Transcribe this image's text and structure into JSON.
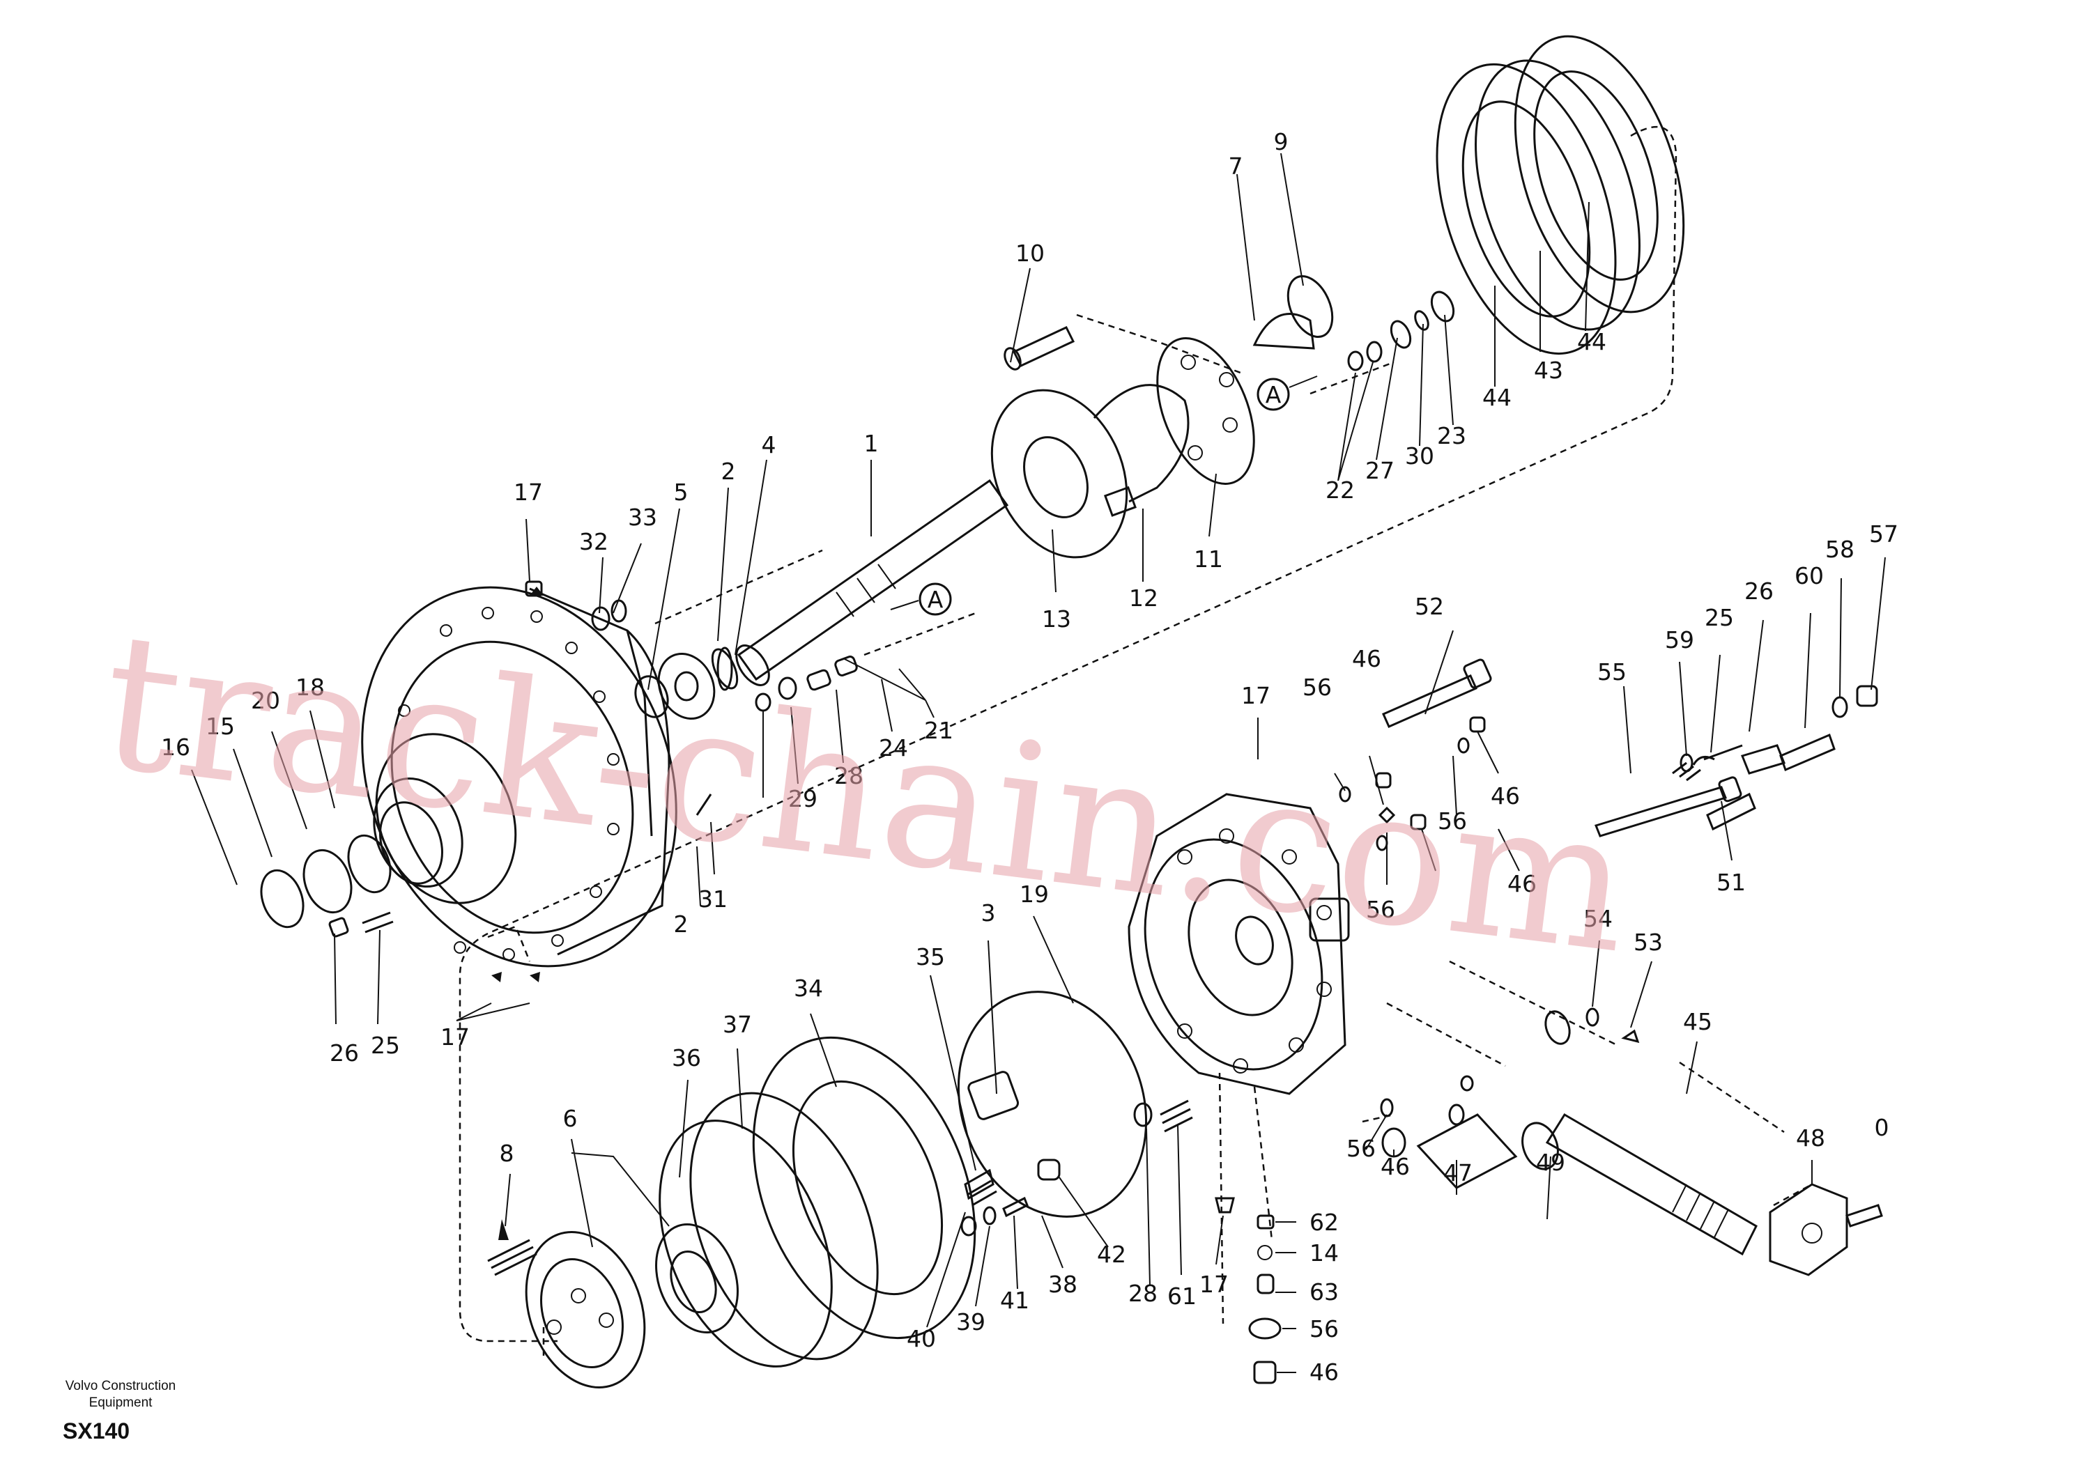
{
  "footer": {
    "company": "Volvo Construction Equipment",
    "model": "SX140"
  },
  "watermark": "track-chain.com",
  "watermark_color": "#e6a0a8",
  "callouts": [
    {
      "label": "1"
    },
    {
      "label": "2"
    },
    {
      "label": "4"
    },
    {
      "label": "5"
    },
    {
      "label": "33"
    },
    {
      "label": "32"
    },
    {
      "label": "17"
    },
    {
      "label": "10"
    },
    {
      "label": "7"
    },
    {
      "label": "9"
    },
    {
      "label": "13"
    },
    {
      "label": "12"
    },
    {
      "label": "11"
    },
    {
      "label": "22"
    },
    {
      "label": "27"
    },
    {
      "label": "30"
    },
    {
      "label": "23"
    },
    {
      "label": "44"
    },
    {
      "label": "43"
    },
    {
      "label": "44"
    },
    {
      "label": "21"
    },
    {
      "label": "24"
    },
    {
      "label": "28"
    },
    {
      "label": "29"
    },
    {
      "label": "18"
    },
    {
      "label": "20"
    },
    {
      "label": "15"
    },
    {
      "label": "16"
    },
    {
      "label": "31"
    },
    {
      "label": "2"
    },
    {
      "label": "26"
    },
    {
      "label": "25"
    },
    {
      "label": "17"
    },
    {
      "label": "52"
    },
    {
      "label": "46"
    },
    {
      "label": "56"
    },
    {
      "label": "17"
    },
    {
      "label": "46"
    },
    {
      "label": "56"
    },
    {
      "label": "46"
    },
    {
      "label": "56"
    },
    {
      "label": "55"
    },
    {
      "label": "59"
    },
    {
      "label": "25"
    },
    {
      "label": "26"
    },
    {
      "label": "60"
    },
    {
      "label": "58"
    },
    {
      "label": "57"
    },
    {
      "label": "51"
    },
    {
      "label": "35"
    },
    {
      "label": "3"
    },
    {
      "label": "19"
    },
    {
      "label": "34"
    },
    {
      "label": "37"
    },
    {
      "label": "36"
    },
    {
      "label": "6"
    },
    {
      "label": "8"
    },
    {
      "label": "40"
    },
    {
      "label": "39"
    },
    {
      "label": "41"
    },
    {
      "label": "38"
    },
    {
      "label": "42"
    },
    {
      "label": "28"
    },
    {
      "label": "61"
    },
    {
      "label": "17"
    },
    {
      "label": "62"
    },
    {
      "label": "14"
    },
    {
      "label": "63"
    },
    {
      "label": "56"
    },
    {
      "label": "46"
    },
    {
      "label": "56"
    },
    {
      "label": "46"
    },
    {
      "label": "47"
    },
    {
      "label": "49"
    },
    {
      "label": "54"
    },
    {
      "label": "53"
    },
    {
      "label": "45"
    },
    {
      "label": "48"
    },
    {
      "label": "0"
    }
  ],
  "section_marks": [
    {
      "label": "A"
    },
    {
      "label": "A"
    }
  ]
}
